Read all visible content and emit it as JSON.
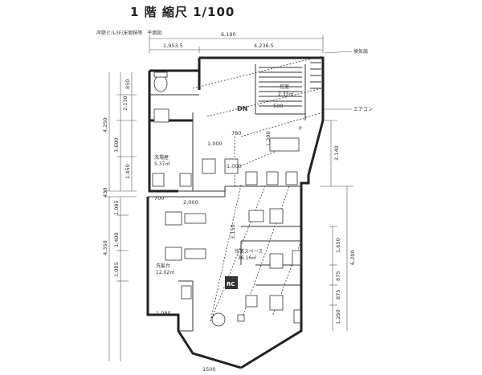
{
  "title": "1 階 縮尺 1/100",
  "subtitle": "岸壁ビル3F/床面積等　平面図",
  "dimensions": {
    "top_total": "6,190",
    "top_left": "1,953.5",
    "top_right": "4,236.5",
    "left_850": "850",
    "left_2130": "2,130",
    "left_4250_top": "4,250",
    "left_3600": "3,600",
    "left_1450": "1,450",
    "left_430": "430",
    "left_1085_top": "1,085",
    "left_4350": "4,350",
    "left_1400": "1,400",
    "left_1085_bottom": "1,085",
    "inner_780": "780",
    "inner_1000_a": "1,000",
    "inner_1000_b": "1,000",
    "inner_1200": "1,200",
    "inner_700": "700",
    "inner_2000": "2,000",
    "inner_3150": "3,150",
    "inner_1080": "1,080",
    "inner_500": "500",
    "right_2140": "2,140",
    "right_1650": "1,650",
    "right_6200": "6,200",
    "right_875_a": "875",
    "right_875_b": "875",
    "right_1250": "1,250",
    "bottom_1500": "1500"
  },
  "rooms": {
    "room_upper": "控室",
    "room_upper_area": "2.33㎡",
    "washroom": "洗場屋",
    "washroom_area": "5.37㎡",
    "shampoo": "洗髪台",
    "shampoo_area": "12.02㎡",
    "work_space": "作業スペース",
    "work_space_area": "36.16㎡"
  },
  "labels": {
    "dn": "DN",
    "ventilation": "換気扇",
    "aircon": "エアコン",
    "rc": "RC",
    "p_mark": "P"
  }
}
